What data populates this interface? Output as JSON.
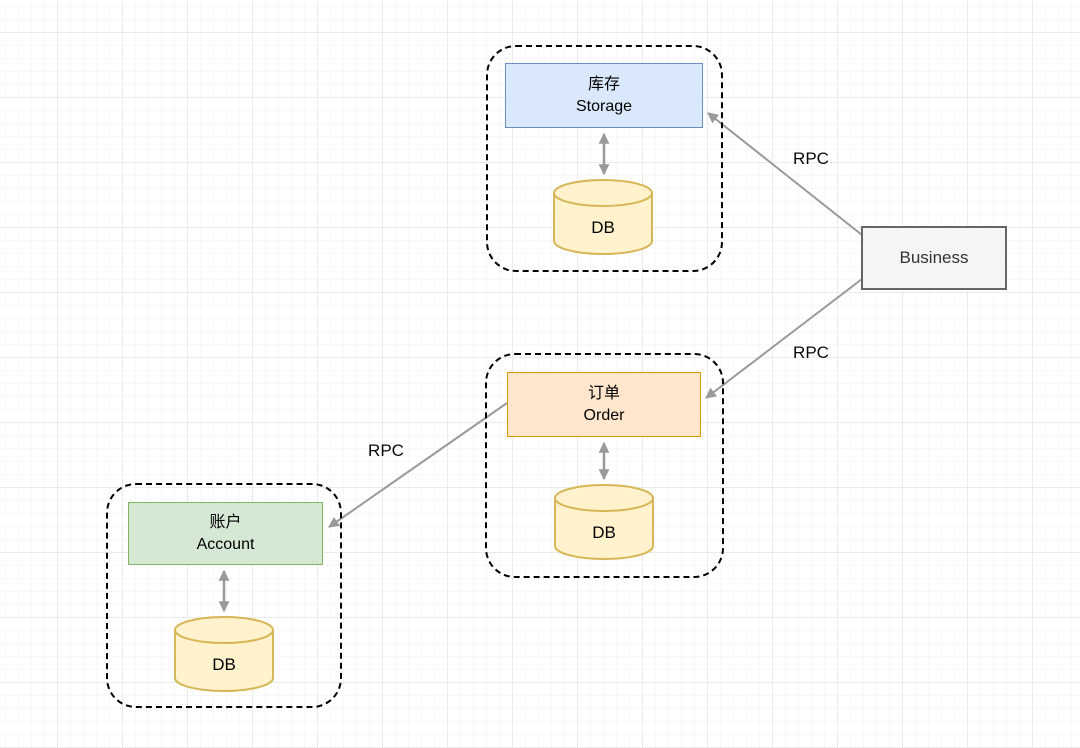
{
  "diagram": {
    "title": "microservices-rpc-architecture",
    "services": [
      {
        "id": "storage",
        "name_cn": "库存",
        "name_en": "Storage",
        "db_label": "DB",
        "fill": "#dae8fc",
        "stroke": "#6c8ebf"
      },
      {
        "id": "order",
        "name_cn": "订单",
        "name_en": "Order",
        "db_label": "DB",
        "fill": "#ffe6cc",
        "stroke": "#d79b00"
      },
      {
        "id": "account",
        "name_cn": "账户",
        "name_en": "Account",
        "db_label": "DB",
        "fill": "#d5e8d4",
        "stroke": "#82b366"
      }
    ],
    "business": {
      "label": "Business",
      "fill": "#f5f5f5",
      "stroke": "#666666"
    },
    "edges": [
      {
        "from": "Business",
        "to": "Storage",
        "label": "RPC",
        "type": "rpc-arrow"
      },
      {
        "from": "Business",
        "to": "Order",
        "label": "RPC",
        "type": "rpc-arrow"
      },
      {
        "from": "Order",
        "to": "Account",
        "label": "RPC",
        "type": "rpc-arrow"
      },
      {
        "from": "Storage",
        "to": "Storage-DB",
        "type": "double-arrow"
      },
      {
        "from": "Order",
        "to": "Order-DB",
        "type": "double-arrow"
      },
      {
        "from": "Account",
        "to": "Account-DB",
        "type": "double-arrow"
      }
    ],
    "db": {
      "fill": "#fff2cc",
      "stroke": "#d6b656"
    },
    "colors": {
      "arrow": "#999999",
      "group_border": "#000000",
      "grid_major": "#ebebeb",
      "grid_minor": "#f8f8f8",
      "canvas_bg": "#ffffff"
    }
  }
}
